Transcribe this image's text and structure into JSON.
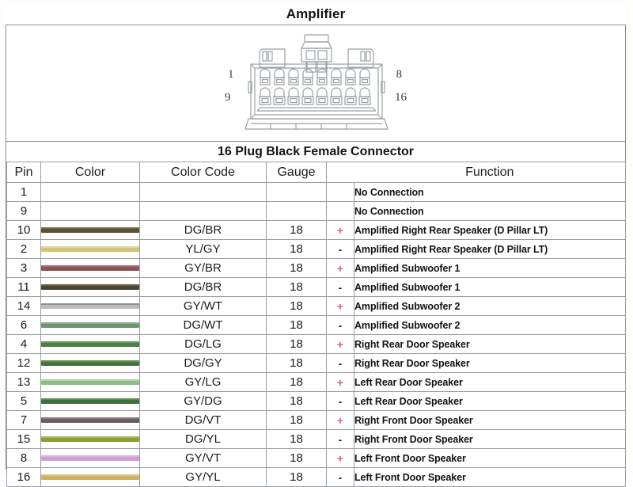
{
  "header": {
    "title": "Amplifier"
  },
  "diagram": {
    "name": "16-pin-connector-drawing",
    "pin_labels": {
      "top_left": "1",
      "top_right": "8",
      "bottom_left": "9",
      "bottom_right": "16"
    }
  },
  "table": {
    "caption": "16 Plug Black Female Connector",
    "columns": [
      "Pin",
      "Color",
      "Color Code",
      "Gauge",
      "",
      "Function"
    ],
    "rows": [
      {
        "pin": "1",
        "swatch": "",
        "stripe": "",
        "code": "",
        "gauge": "",
        "polarity": "",
        "function": "No Connection"
      },
      {
        "pin": "9",
        "swatch": "",
        "stripe": "",
        "code": "",
        "gauge": "",
        "polarity": "",
        "function": "No Connection"
      },
      {
        "pin": "10",
        "swatch": "#5d5138",
        "stripe": "#7b6c4c",
        "code": "DG/BR",
        "gauge": "18",
        "polarity": "+",
        "function": "Amplified Right Rear Speaker (D Pillar LT)"
      },
      {
        "pin": "2",
        "swatch": "#cfc677",
        "stripe": "#ded7a0",
        "code": "YL/GY",
        "gauge": "18",
        "polarity": "-",
        "function": "Amplified Right Rear Speaker (D Pillar LT)"
      },
      {
        "pin": "3",
        "swatch": "#8e5157",
        "stripe": "#a96b70",
        "code": "GY/BR",
        "gauge": "18",
        "polarity": "+",
        "function": "Amplified Subwoofer 1"
      },
      {
        "pin": "11",
        "swatch": "#4b4530",
        "stripe": "#6a6347",
        "code": "DG/BR",
        "gauge": "18",
        "polarity": "-",
        "function": "Amplified Subwoofer 1"
      },
      {
        "pin": "14",
        "swatch": "#bdbdbd",
        "stripe": "#8f8f8f",
        "code": "GY/WT",
        "gauge": "18",
        "polarity": "+",
        "function": "Amplified Subwoofer 2"
      },
      {
        "pin": "6",
        "swatch": "#6d9370",
        "stripe": "#8fae8e",
        "code": "DG/WT",
        "gauge": "18",
        "polarity": "-",
        "function": "Amplified Subwoofer 2"
      },
      {
        "pin": "4",
        "swatch": "#4a7e46",
        "stripe": "#6a9a5f",
        "code": "DG/LG",
        "gauge": "18",
        "polarity": "+",
        "function": "Right Rear Door Speaker"
      },
      {
        "pin": "12",
        "swatch": "#47703e",
        "stripe": "#6a8e54",
        "code": "DG/GY",
        "gauge": "18",
        "polarity": "-",
        "function": "Right Rear Door Speaker"
      },
      {
        "pin": "13",
        "swatch": "#8fbd87",
        "stripe": "#b0d3a5",
        "code": "GY/LG",
        "gauge": "18",
        "polarity": "+",
        "function": "Left Rear Door Speaker"
      },
      {
        "pin": "5",
        "swatch": "#3f6f3c",
        "stripe": "#5f8a54",
        "code": "GY/DG",
        "gauge": "18",
        "polarity": "-",
        "function": "Left Rear Door Speaker"
      },
      {
        "pin": "7",
        "swatch": "#6d5c62",
        "stripe": "#8b7a80",
        "code": "DG/VT",
        "gauge": "18",
        "polarity": "+",
        "function": "Right Front  Door Speaker"
      },
      {
        "pin": "15",
        "swatch": "#8ba03b",
        "stripe": "#a6b857",
        "code": "DG/YL",
        "gauge": "18",
        "polarity": "-",
        "function": "Right Front  Door Speaker"
      },
      {
        "pin": "8",
        "swatch": "#cf9fd0",
        "stripe": "#ddb8dd",
        "code": "GY/VT",
        "gauge": "18",
        "polarity": "+",
        "function": "Left Front  Door Speaker"
      },
      {
        "pin": "16",
        "swatch": "#cdb262",
        "stripe": "#ddc684",
        "code": "GY/YL",
        "gauge": "18",
        "polarity": "-",
        "function": "Left Front  Door Speaker"
      }
    ]
  },
  "colors": {
    "frame_border": "#8a8d8f",
    "grid_border": "#9a9d9f",
    "positive": "#e2606a",
    "negative": "#262626",
    "text": "#141414",
    "drawing_line": "#9aa0a3"
  }
}
